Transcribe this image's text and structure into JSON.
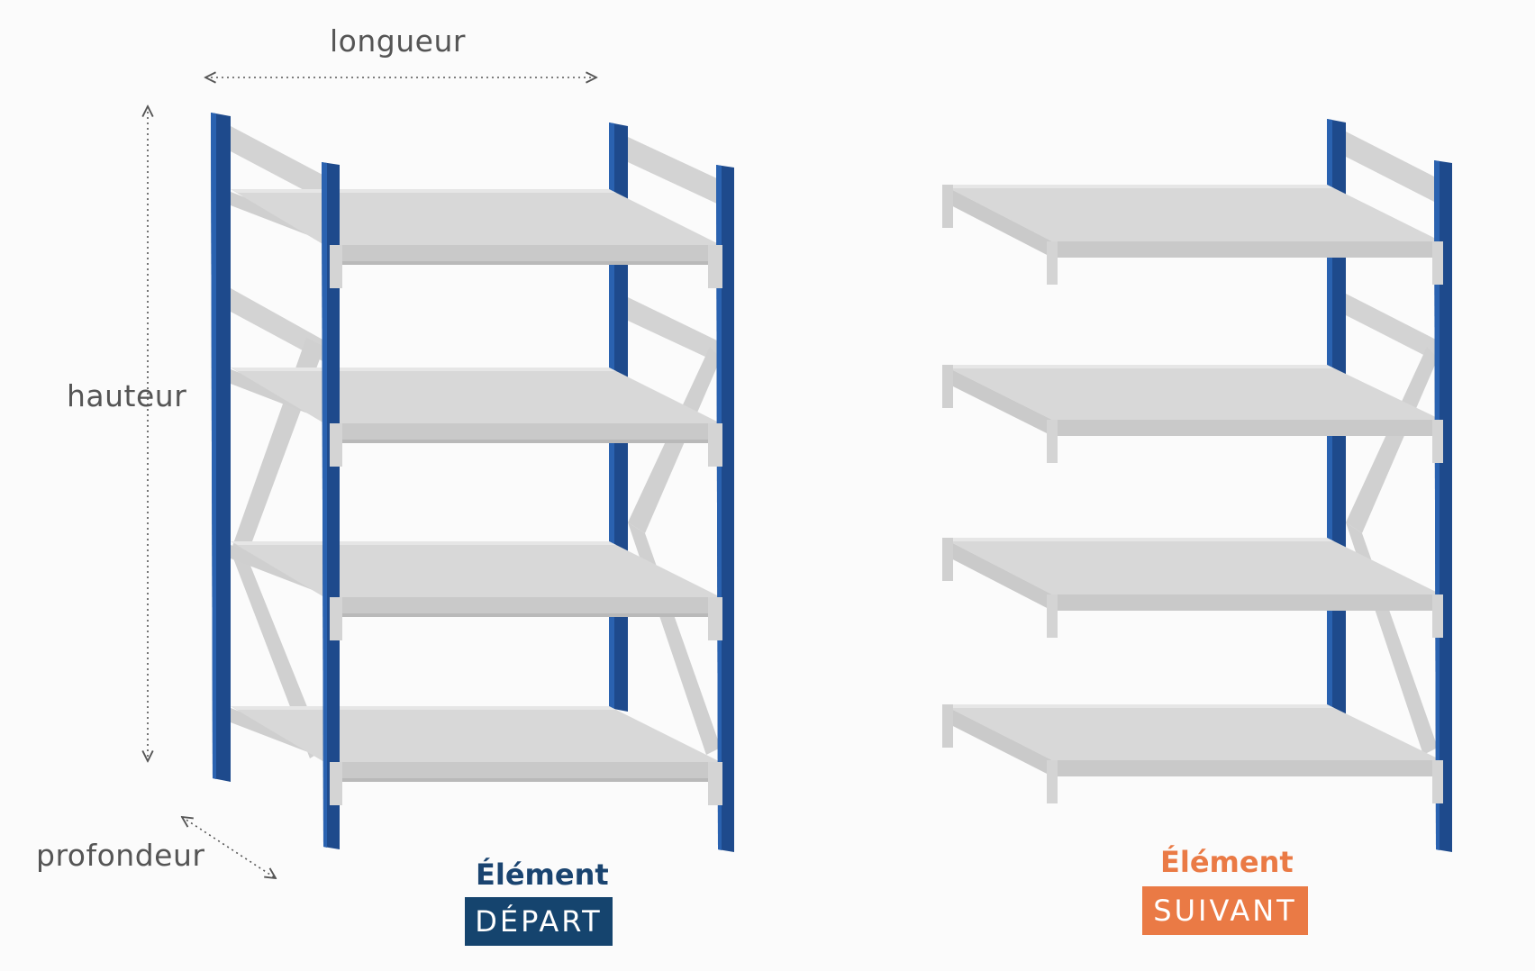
{
  "dimensions": {
    "length": "longueur",
    "height": "hauteur",
    "depth": "profondeur"
  },
  "start_element": {
    "title": "Élément",
    "badge": "DÉPART"
  },
  "next_element": {
    "title": "Élément",
    "badge": "SUIVANT"
  },
  "colors": {
    "upright_blue": "#1e4a8c",
    "start_title": "#1a4470",
    "start_badge_bg": "#15446e",
    "next_title": "#ea7a45",
    "next_badge_bg": "#ea7a45",
    "shelf_grey": "#d6d6d6",
    "dimension_text": "#555555"
  }
}
